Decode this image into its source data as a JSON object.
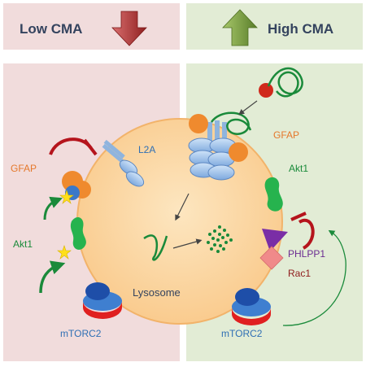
{
  "header": {
    "low_cma": "Low CMA",
    "high_cma": "High CMA",
    "low_arrow_icon": "arrow-down-icon",
    "high_arrow_icon": "arrow-up-icon"
  },
  "labels": {
    "lysosome": "Lysosome",
    "l2a": "L2A",
    "gfap_left": "GFAP",
    "akt1_left": "Akt1",
    "mtorc2_left": "mTORC2",
    "gfap_right": "GFAP",
    "akt1_right": "Akt1",
    "phlpp1": "PHLPP1",
    "rac1": "Rac1",
    "mtorc2_right": "mTORC2"
  },
  "colors": {
    "low_bg": "#f1dcdc",
    "high_bg": "#e2ecd5",
    "lysosome_fill": "#fbd49b",
    "lysosome_stroke": "#f2b36a",
    "text_blue": "#2f6fb4",
    "text_orange": "#e5782b",
    "text_purple": "#6b2c91",
    "text_darkred": "#8f1b1b",
    "inhibit_red": "#b5141c",
    "activate_green": "#1a8a3a",
    "gfap_orange": "#ef8a2e",
    "akt1_green": "#26b34e",
    "phlpp1_purple": "#7a2ea6",
    "rac1_pink": "#f08a8a",
    "mtorc2_blue": "#1e4ea8",
    "mtorc2_red": "#e02020",
    "l2a_blue": "#9cc3ec",
    "phospho_yellow": "#ffe01a"
  }
}
